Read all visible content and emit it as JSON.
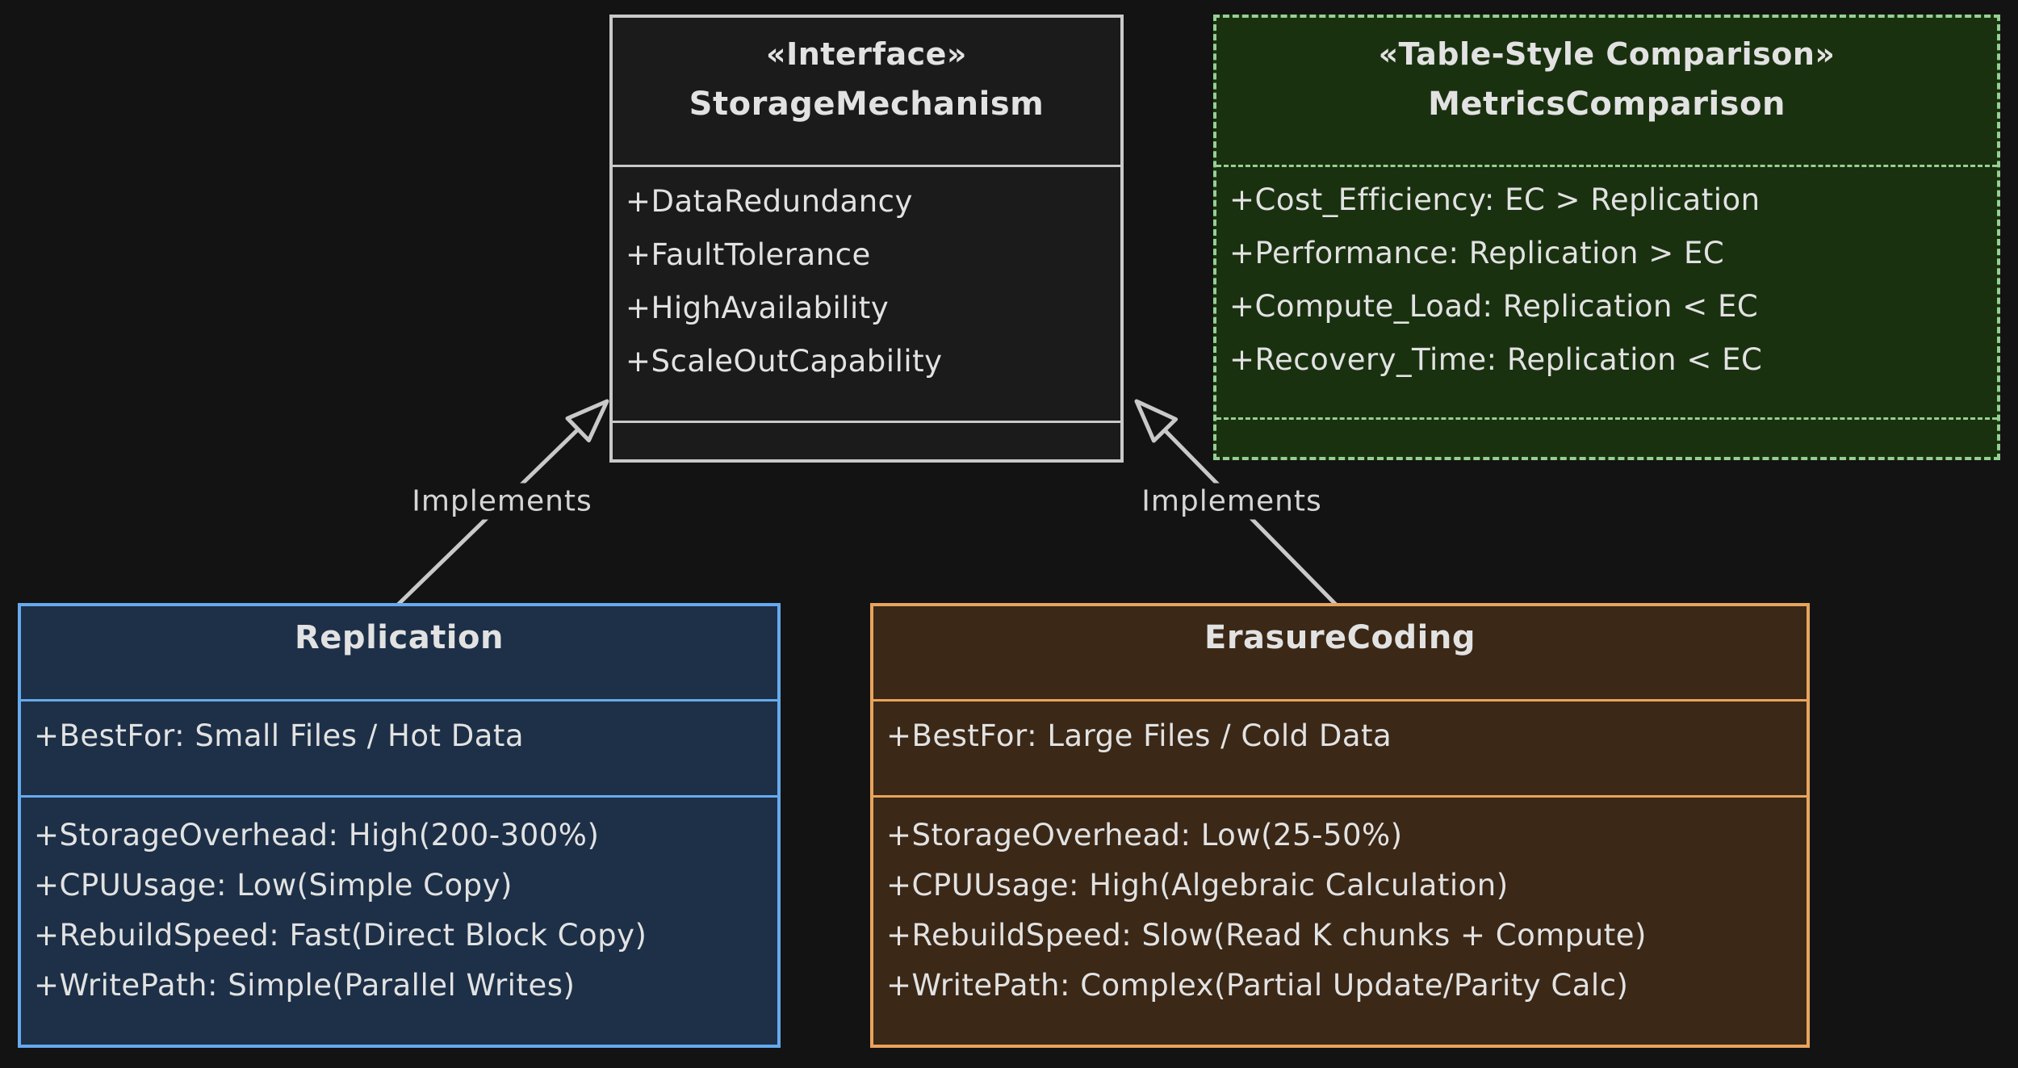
{
  "page": {
    "background_color": "#131313",
    "text_color": "#e2e2e2"
  },
  "interface_class": {
    "stereotype": "«Interface»",
    "name": "StorageMechanism",
    "attributes": [
      "+DataRedundancy",
      "+FaultTolerance",
      "+HighAvailability",
      "+ScaleOutCapability"
    ],
    "border_color": "#c9c9c9",
    "fill_color": "#1b1b1b"
  },
  "metrics_class": {
    "stereotype": "«Table-Style Comparison»",
    "name": "MetricsComparison",
    "attributes": [
      "+Cost_Efficiency: EC > Replication",
      "+Performance: Replication > EC",
      "+Compute_Load: Replication < EC",
      "+Recovery_Time: Replication < EC"
    ],
    "border_color": "#95d093",
    "fill_color": "#1a3110"
  },
  "replication_class": {
    "name": "Replication",
    "best_for": "+BestFor: Small Files / Hot Data",
    "attributes": [
      "+StorageOverhead: High(200-300%)",
      "+CPUUsage: Low(Simple Copy)",
      "+RebuildSpeed: Fast(Direct Block Copy)",
      "+WritePath: Simple(Parallel Writes)"
    ],
    "border_color": "#66aaee",
    "fill_color": "#1d3048"
  },
  "erasurecoding_class": {
    "name": "ErasureCoding",
    "best_for": "+BestFor: Large Files / Cold Data",
    "attributes": [
      "+StorageOverhead: Low(25-50%)",
      "+CPUUsage: High(Algebraic Calculation)",
      "+RebuildSpeed: Slow(Read K chunks + Compute)",
      "+WritePath: Complex(Partial Update/Parity Calc)"
    ],
    "border_color": "#e8a45c",
    "fill_color": "#3b2817"
  },
  "edges": {
    "left": {
      "label": "Implements",
      "from": "Replication",
      "to": "StorageMechanism"
    },
    "right": {
      "label": "Implements",
      "from": "ErasureCoding",
      "to": "StorageMechanism"
    }
  }
}
